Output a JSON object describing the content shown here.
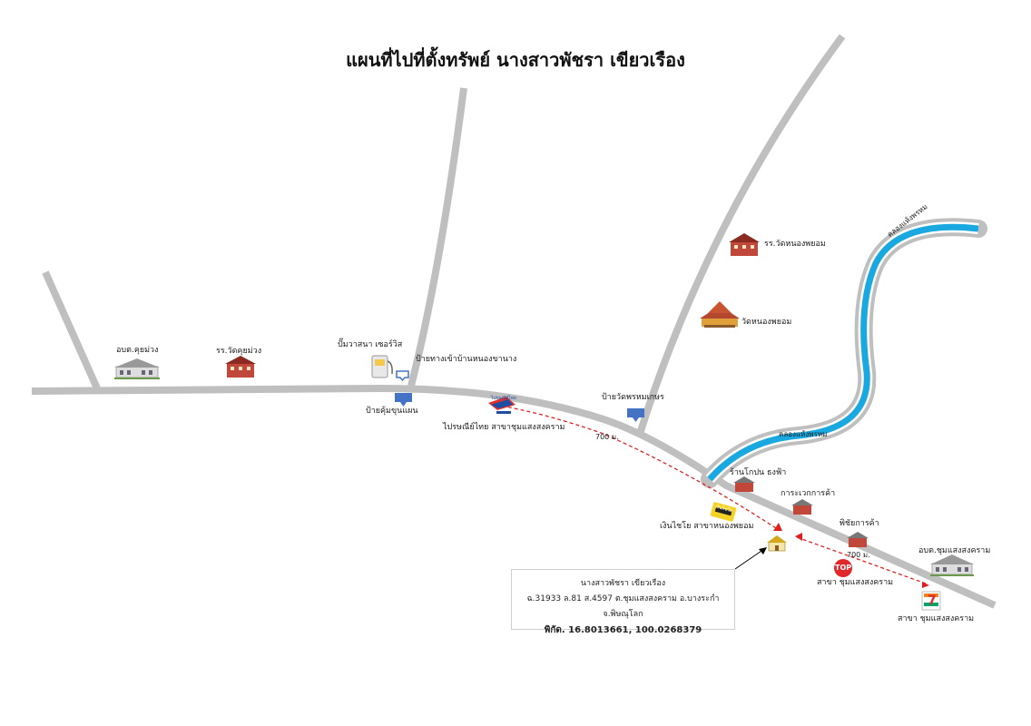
{
  "title": "แผนที่ไปที่ตั้งทรัพย์ นางสาวพัชรา เขียวเรือง",
  "canal_label": "คลองแห้งพรหม",
  "landmarks": {
    "obt_khuiwang": "อบต.คุยม่วง",
    "school_khuiwang": "รร.วัดคุยม่วง",
    "gas_station": "ปั๊มวาสนา เซอร์วิส",
    "sign_ban_nong": "ป้ายทางเข้าบ้านหนองขานาง",
    "bus_stop_khum": "ป้ายคุ้มขุนแผน",
    "post_office": "ไปรษณีย์ไทย สาขาชุมแสงสงคราม",
    "sign_wat": "ป้ายวัดพรหมเกษร",
    "dist_700_left": "700 ม.",
    "school_nong_phayom": "รร.วัดหนองพยอม",
    "temple_nong_phayom": "วัดหนองพยอม",
    "shop_chaichana": "ร้านโกปน ธงฟ้า",
    "karawek_shop": "การะเวกการค้า",
    "phichit_shop": "พิชัยการค้า",
    "obt_chumsaeng": "อบต.ชุมแสงสงคราม",
    "dist_700_right": "700 ม.",
    "ngern_tid_lor": "เงินไชโย สาขาหนองพยอม",
    "tops_branch": "สาขา ชุมแสงสงคราม",
    "seven_branch": "สาขา ชุมแสงสงคราม"
  },
  "property": {
    "owner": "นางสาวพัชรา เขียวเรือง",
    "deed": "ฉ.31933 ล.81 ส.4597 ต.ชุมแสงสงคราม อ.บางระกำ จ.พิษณุโลก",
    "coord_label": "พิกัด.",
    "coords": "16.8013661, 100.0268379"
  },
  "icons": {
    "post_logo_text": "ไปรษณีย์ไทย",
    "tops_logo": "TOP",
    "seven_logo": "7",
    "ngern_logo": "เงินไชโย"
  },
  "colors": {
    "road": "#bfbfbf",
    "canal": "#1aa8e0",
    "pin": "#4472c4",
    "dashed_route": "#e02020",
    "building_red": "#c0473a"
  }
}
